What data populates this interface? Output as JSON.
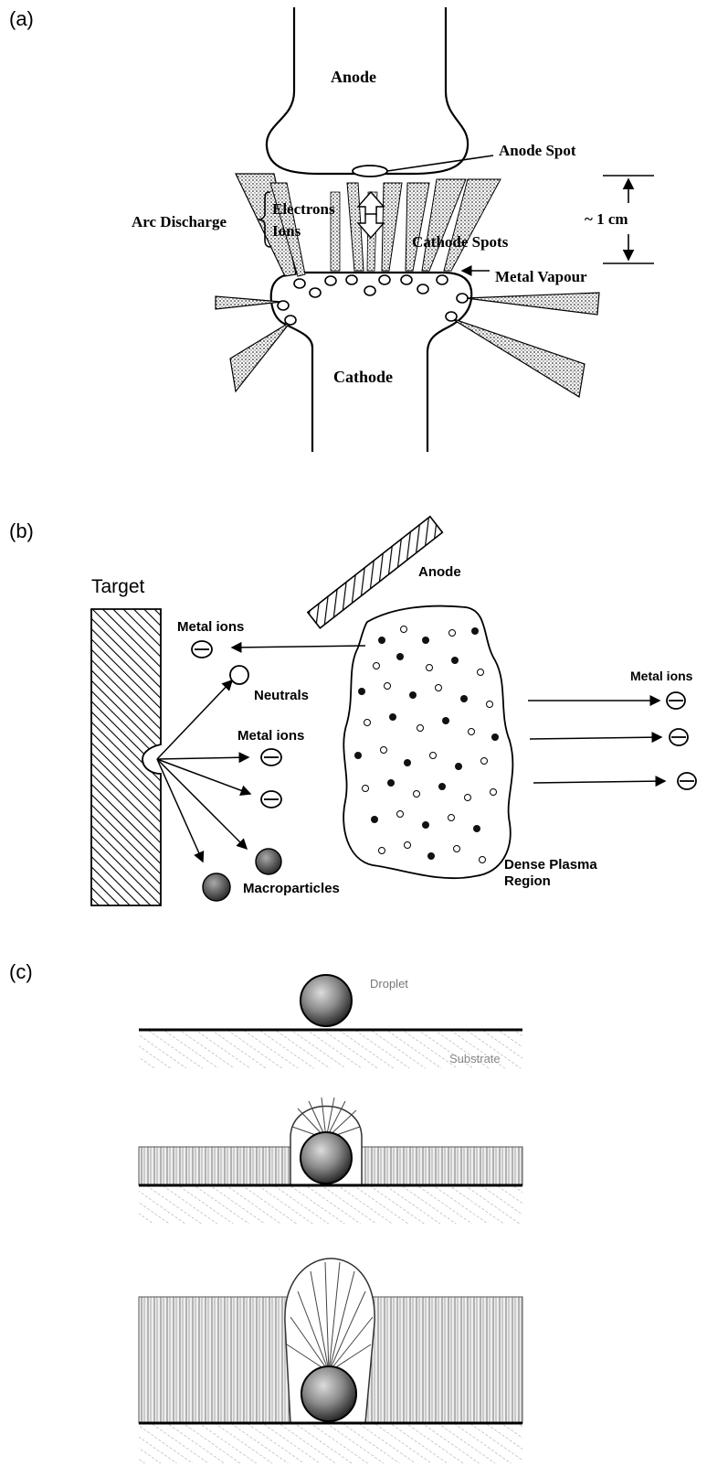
{
  "panels": {
    "a": {
      "label": "(a)",
      "anode": "Anode",
      "anode_spot": "Anode Spot",
      "arc_discharge": "Arc Discharge",
      "electrons": "Electrons",
      "ions": "Ions",
      "scale": "~ 1 cm",
      "cathode_spots": "Cathode Spots",
      "metal_vapour": "Metal Vapour",
      "cathode": "Cathode"
    },
    "b": {
      "label": "(b)",
      "target": "Target",
      "anode": "Anode",
      "metal_ions_top": "Metal ions",
      "neutrals": "Neutrals",
      "metal_ions_mid": "Metal ions",
      "metal_ions_right": "Metal ions",
      "macroparticles": "Macroparticles",
      "dense_plasma": "Dense Plasma",
      "region": "Region"
    },
    "c": {
      "label": "(c)",
      "droplet": "Droplet",
      "substrate": "Substrate"
    }
  }
}
